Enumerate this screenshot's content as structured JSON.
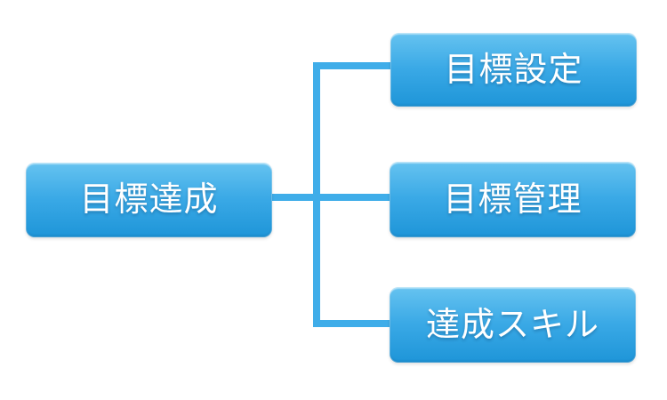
{
  "diagram": {
    "type": "hierarchy",
    "root": {
      "label": "目標達成"
    },
    "children": [
      {
        "label": "目標設定"
      },
      {
        "label": "目標管理"
      },
      {
        "label": "達成スキル"
      }
    ]
  },
  "colors": {
    "box_top": "#66c3f0",
    "box_mid": "#3aa9e6",
    "box_bottom": "#1e95d8",
    "box_edge_highlight": "#7ecaf2",
    "connector": "#3fade9",
    "label_text": "#ffffff",
    "canvas_bg": "#ffffff"
  }
}
